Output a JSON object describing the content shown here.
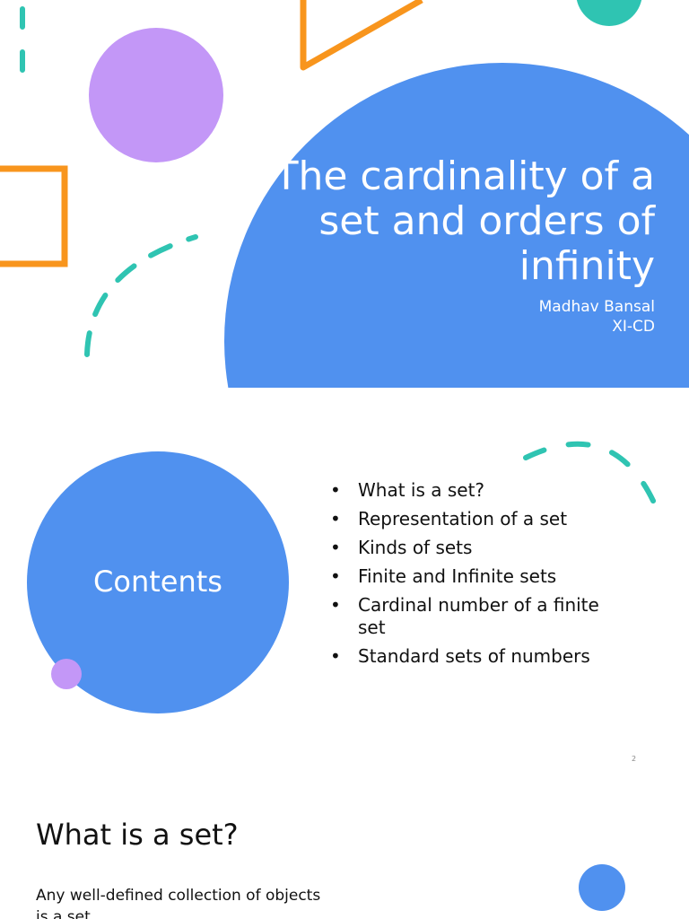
{
  "title_slide": {
    "title": "The cardinality of a set and orders of infinity",
    "author": "Madhav Bansal",
    "class_name": "XI-CD"
  },
  "contents_slide": {
    "heading": "Contents",
    "items": [
      "What is a set?",
      "Representation of a set",
      "Kinds of sets",
      "Finite and Infinite sets",
      "Cardinal number of a finite set",
      "Standard sets of numbers"
    ],
    "bullet": "•",
    "page_number": "2"
  },
  "set_slide": {
    "heading": "What is a set?",
    "body": "Any well-defined collection of objects is a set."
  },
  "colors": {
    "blue": "#5091ef",
    "purple": "#c397f7",
    "teal": "#2fc4b2",
    "orange": "#f8951d"
  }
}
